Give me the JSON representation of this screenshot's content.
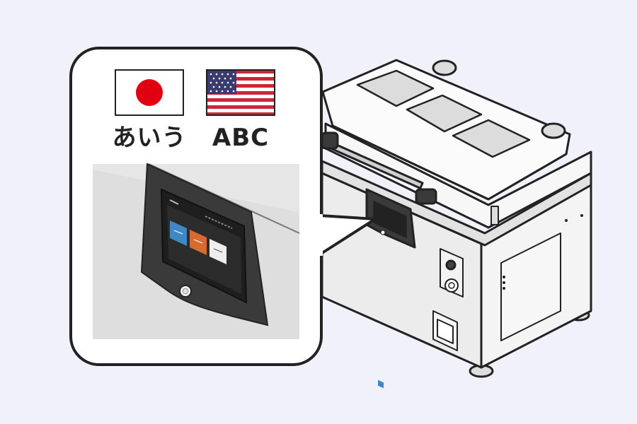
{
  "languages": [
    {
      "code": "ja",
      "label": "あいう",
      "flag": "japan-flag-icon"
    },
    {
      "code": "en",
      "label": "ABC",
      "flag": "usa-flag-icon"
    }
  ],
  "screen_buttons": [
    {
      "color": "#3f88c5",
      "icon": "blue-menu-button"
    },
    {
      "color": "#d8692f",
      "icon": "orange-menu-button"
    },
    {
      "color": "#eeeeee",
      "icon": "white-menu-button"
    }
  ],
  "colors": {
    "background": "#f0f1fb",
    "outline": "#222222",
    "machine_body": "#efefef",
    "lid": "#fbfbfb",
    "panel": "#3a3a3a",
    "callout_fill": "#ffffff",
    "zoom_background": "#dedede",
    "flag_red": "#e00012",
    "flag_blue": "#3c3b6e",
    "flag_stripe_red": "#c8283a"
  },
  "icons": [
    "japan-flag-icon",
    "usa-flag-icon",
    "power-button-icon",
    "magnifier-callout"
  ]
}
